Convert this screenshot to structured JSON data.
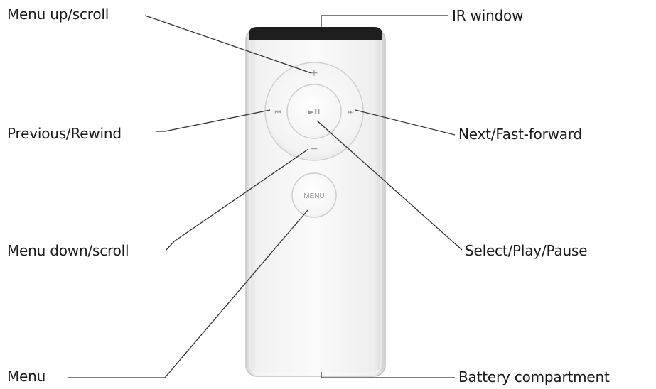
{
  "callouts": {
    "menu_up_scroll": "Menu up/scroll",
    "previous_rewind": "Previous/Rewind",
    "menu_down_scroll": "Menu down/scroll",
    "menu": "Menu",
    "ir_window": "IR window",
    "next_fast_forward": "Next/Fast-forward",
    "select_play_pause": "Select/Play/Pause",
    "battery_compartment": "Battery compartment"
  },
  "remote": {
    "plus_glyph": "+",
    "minus_glyph": "−",
    "previous_glyph": "⏮",
    "next_glyph": "⏭",
    "play_pause_glyph": "►II",
    "menu_button_label": "MENU"
  },
  "colors": {
    "leader_line": "#333333",
    "remote_body": "#f1f1f1",
    "ir_window": "#1e1e1e",
    "button_glyph": "#9a9a9a"
  }
}
